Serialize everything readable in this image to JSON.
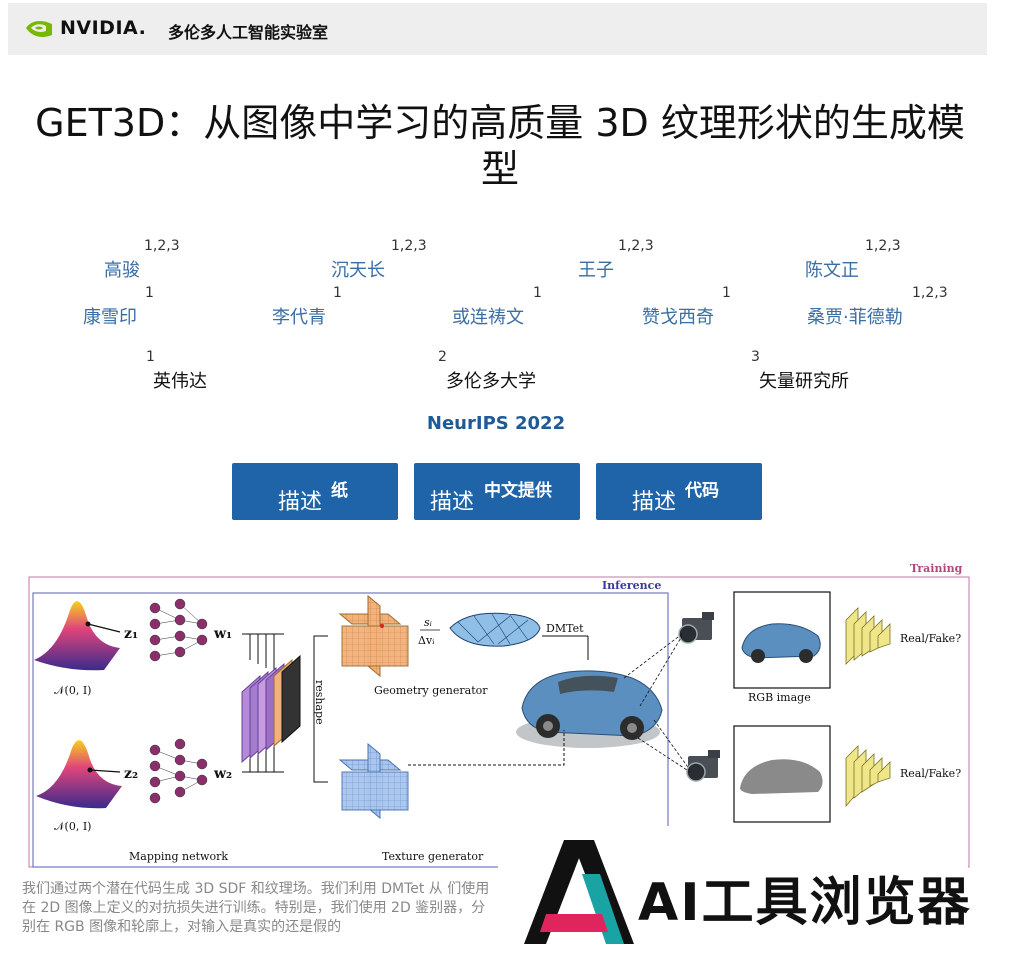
{
  "header": {
    "brand": "NVIDIA.",
    "lab": "多伦多人工智能实验室"
  },
  "title": "GET3D：从图像中学习的高质量 3D 纹理形状的生成模型",
  "authors": [
    {
      "name": "高骏",
      "sup": "1,2,3"
    },
    {
      "name": "沉天长",
      "sup": "1,2,3"
    },
    {
      "name": "王子",
      "sup": "1,2,3"
    },
    {
      "name": "陈文正",
      "sup": "1,2,3"
    },
    {
      "name": "康雪印",
      "sup": "1"
    },
    {
      "name": "李代青",
      "sup": "1"
    },
    {
      "name": "或连祷文",
      "sup": "1"
    },
    {
      "name": "赞戈西奇",
      "sup": "1"
    },
    {
      "name": "桑贾·菲德勒",
      "sup": "1,2,3"
    }
  ],
  "affiliations": [
    {
      "num": "1",
      "name": "英伟达"
    },
    {
      "num": "2",
      "name": "多伦多大学"
    },
    {
      "num": "3",
      "name": "矢量研究所"
    }
  ],
  "venue": "NeurIPS 2022",
  "buttons": [
    {
      "main": "描述",
      "sub": "纸"
    },
    {
      "main": "描述",
      "sub": "中文提供"
    },
    {
      "main": "描述",
      "sub": "代码"
    }
  ],
  "figure": {
    "training": "Training",
    "inference": "Inference",
    "z1": "z₁",
    "z2": "z₂",
    "w1": "w₁",
    "w2": "w₂",
    "normal": "𝒩(0, I)",
    "reshape": "reshape",
    "geometry": "Geometry generator",
    "texture": "Texture generator",
    "mapping": "Mapping network",
    "si": "sᵢ",
    "dvi": "Δvᵢ",
    "dmtet": "DMTet",
    "rgb": "RGB image",
    "realfake": "Real/Fake?"
  },
  "caption": "我们通过两个潜在代码生成 3D SDF 和纹理场。我们利用 DMTet 从 们使用在 2D 图像上定义的对抗损失进行训练。特别是，我们使用 2D 鉴别器，分别在 RGB 图像和轮廓上，对输入是真实的还是假的",
  "watermark": {
    "text": "AI工具浏览器"
  },
  "colors": {
    "accent": "#1f64a8",
    "author_link": "#3a6ea5",
    "nvidia_green": "#76b900"
  }
}
